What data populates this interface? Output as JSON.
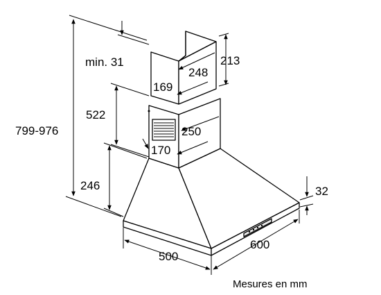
{
  "diagram": {
    "labels": {
      "min_gap": "min. 31",
      "total_height": "799-976",
      "upper_chimney_height": "213",
      "upper_chimney_depth": "248",
      "upper_chimney_width": "169",
      "lower_chimney_height": "522",
      "lower_chimney_depth": "250",
      "lower_chimney_width": "170",
      "canopy_height": "246",
      "hood_edge_height": "32",
      "hood_width": "500",
      "hood_depth": "600"
    },
    "units_caption": "Mesures en mm",
    "colors": {
      "line": "#000000",
      "fill": "#ffffff",
      "shade": "#e9e9e9"
    }
  }
}
